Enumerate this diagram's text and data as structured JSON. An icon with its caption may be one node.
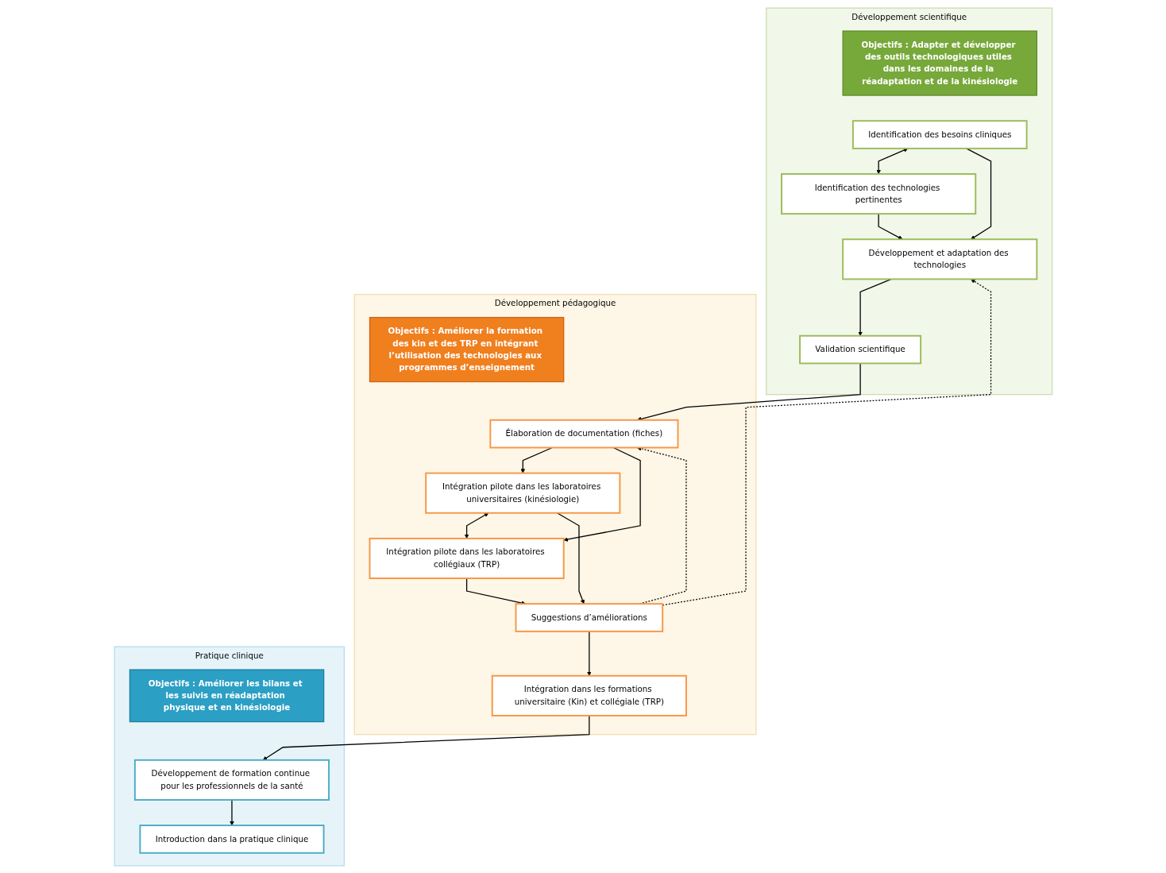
{
  "diagram": {
    "nodes": [
      {
        "text": [
          "Développement scientifique"
        ]
      },
      {
        "text": [
          "Objectifs : Adapter et développer des outils technologiques utiles dans les domaines de la réadaptation et de la kinésiologie"
        ],
        "in": 0
      },
      {
        "text": [
          "Identification des besoins cliniques"
        ],
        "in": 0
      },
      {
        "text": [
          "Identification des technologies pertinentes"
        ],
        "in": 0
      },
      {
        "text": [
          "Développement et adaptation des technologies"
        ],
        "in": 0
      },
      {
        "text": [
          "Validation scientifique"
        ],
        "in": 0
      },
      {
        "text": [
          "Développement pédagogique"
        ]
      },
      {
        "text": [
          "Objectifs : Améliorer la formation des kin et des TRP en intégrant l’utilisation des technologies aux programmes d’enseignement"
        ],
        "in": 6
      },
      {
        "text": [
          "Élaboration de documentation (fiches)"
        ],
        "in": 6
      },
      {
        "text": [
          "Intégration pilote dans les laboratoires universitaires (kinésiologie)"
        ],
        "in": 6
      },
      {
        "text": [
          "Intégration pilote dans les laboratoires collégiaux (TRP)"
        ],
        "in": 6
      },
      {
        "text": [
          "Suggestions d’améliorations"
        ],
        "in": 6
      },
      {
        "text": [
          "Intégration dans les formations universitaire (Kin) et collégiale (TRP)"
        ],
        "in": 6
      },
      {
        "text": [
          "Pratique clinique"
        ]
      },
      {
        "text": [
          "Objectifs : Améliorer les bilans et les suivis en réadaptation physique et en kinésiologie"
        ],
        "in": 13
      },
      {
        "text": [
          "Développement de formation continue pour les professionnels de la santé"
        ],
        "in": 13
      },
      {
        "text": [
          "Introduction dans la pratique clinique"
        ],
        "in": 13
      }
    ],
    "edges": [
      {
        "from": 2,
        "to": 3,
        "arrow": "both"
      },
      {
        "from": 2,
        "to": 4,
        "arrow": "to"
      },
      {
        "from": 3,
        "to": 4,
        "arrow": "to"
      },
      {
        "from": 4,
        "to": 5,
        "arrow": "to"
      },
      {
        "from": 5,
        "to": 8,
        "arrow": "to"
      },
      {
        "from": 11,
        "to": 4,
        "arrow": "to",
        "style": "dashed"
      },
      {
        "from": 11,
        "to": 8,
        "arrow": "to",
        "style": "dashed"
      },
      {
        "from": 8,
        "to": 9,
        "arrow": "to"
      },
      {
        "from": 8,
        "to": 10,
        "arrow": "to"
      },
      {
        "from": 9,
        "to": 10,
        "arrow": "both"
      },
      {
        "from": 9,
        "to": 11,
        "arrow": "to"
      },
      {
        "from": 10,
        "to": 11,
        "arrow": "to"
      },
      {
        "from": 11,
        "to": 12,
        "arrow": "to"
      },
      {
        "from": 12,
        "to": 15,
        "arrow": "to"
      },
      {
        "from": 15,
        "to": 16,
        "arrow": "to"
      }
    ]
  }
}
